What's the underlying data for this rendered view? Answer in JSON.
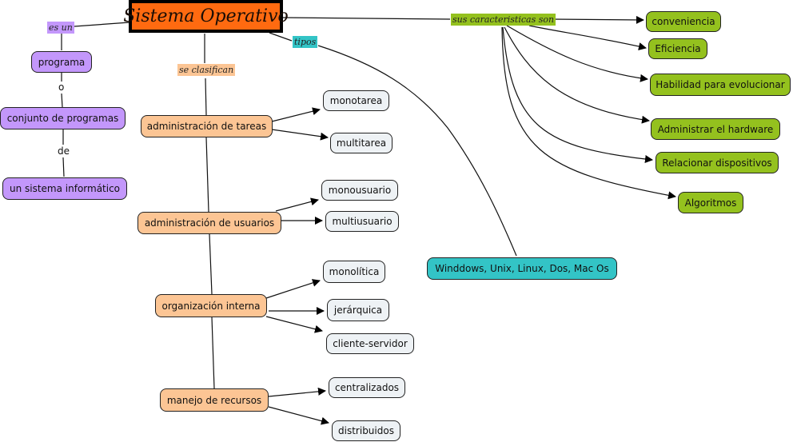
{
  "root": {
    "label": "Sistema Operativo",
    "color": "#ff6a10"
  },
  "link_labels": {
    "es_un": {
      "text": "es un",
      "color": "#c397fb"
    },
    "se_clasifican": {
      "text": "se clasifican",
      "color": "#fcc594"
    },
    "tipos": {
      "text": "tipos",
      "color": "#33c4c6"
    },
    "caracteristicas": {
      "text": "sus caracteristicas son",
      "color": "#94c11e"
    },
    "o": {
      "text": "o"
    },
    "de": {
      "text": "de"
    }
  },
  "definition": [
    {
      "label": "programa"
    },
    {
      "label": "conjunto de programas"
    },
    {
      "label": "un sistema informático"
    }
  ],
  "classifications": [
    {
      "label": "administración de tareas",
      "children": [
        "monotarea",
        "multitarea"
      ]
    },
    {
      "label": "administración de usuarios",
      "children": [
        "monousuario",
        "multiusuario"
      ]
    },
    {
      "label": "organización interna",
      "children": [
        "monolítica",
        "jerárquica",
        "cliente-servidor"
      ]
    },
    {
      "label": "manejo de recursos",
      "children": [
        "centralizados",
        "distribuidos"
      ]
    }
  ],
  "types": {
    "label": "Winddows, Unix, Linux, Dos, Mac Os"
  },
  "characteristics": [
    {
      "label": "conveniencia"
    },
    {
      "label": "Eficiencia"
    },
    {
      "label": "Habilidad para evolucionar"
    },
    {
      "label": "Administrar el hardware"
    },
    {
      "label": "Relacionar dispositivos"
    },
    {
      "label": "Algoritmos"
    }
  ],
  "colors": {
    "definition": "#c397fb",
    "classification": "#fcc594",
    "subtype": "#eef2f5",
    "characteristic": "#94c11e",
    "types": "#33c4c6"
  }
}
